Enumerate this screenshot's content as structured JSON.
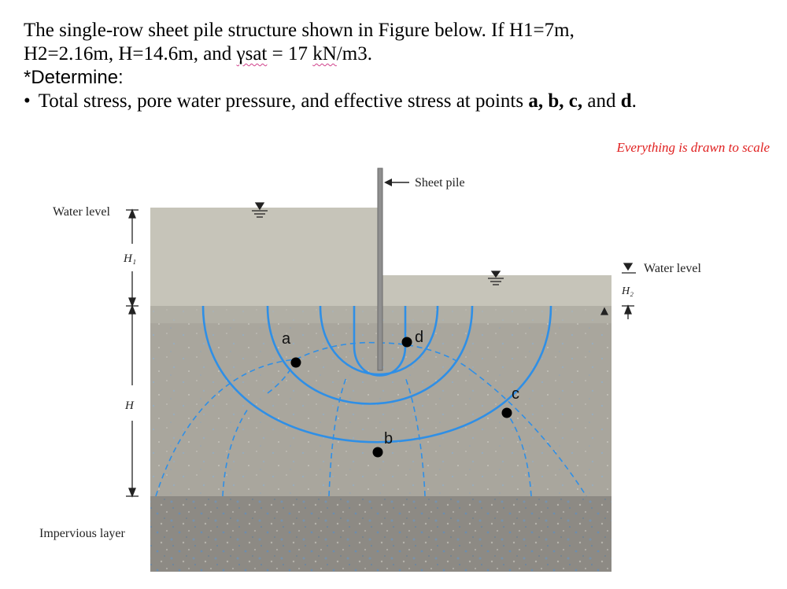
{
  "question": {
    "line1": "The single-row sheet pile structure shown in Figure below. If H1=7m,",
    "line2_a": "H2=2.16m, H=14.6m, and ",
    "line2_b": "γsat",
    "line2_c": " = 17 ",
    "line2_d": "kN",
    "line2_e": "/m3.",
    "line3": "*Determine:",
    "bullet": "•",
    "line4_a": "Total stress, pore water pressure, and effective stress at points ",
    "line4_b": "a, b, c,",
    "line4_c": " and ",
    "line4_d": "d",
    "line4_e": "."
  },
  "note": "Everything is drawn to scale",
  "figure": {
    "sheet_pile_label": "Sheet pile",
    "water_level_left": "Water level",
    "water_level_right": "Water level",
    "H1": "H₁",
    "H": "H",
    "H2": "H₂",
    "impervious_label": "Impervious layer",
    "points": {
      "a": "a",
      "b": "b",
      "c": "c",
      "d": "d"
    },
    "colors": {
      "flow_line": "#2f8fe6",
      "water": "#c6c4b9",
      "soil": "#a9a69d",
      "impervious": "#8d8a84",
      "pile": "#8f8f8f"
    }
  }
}
